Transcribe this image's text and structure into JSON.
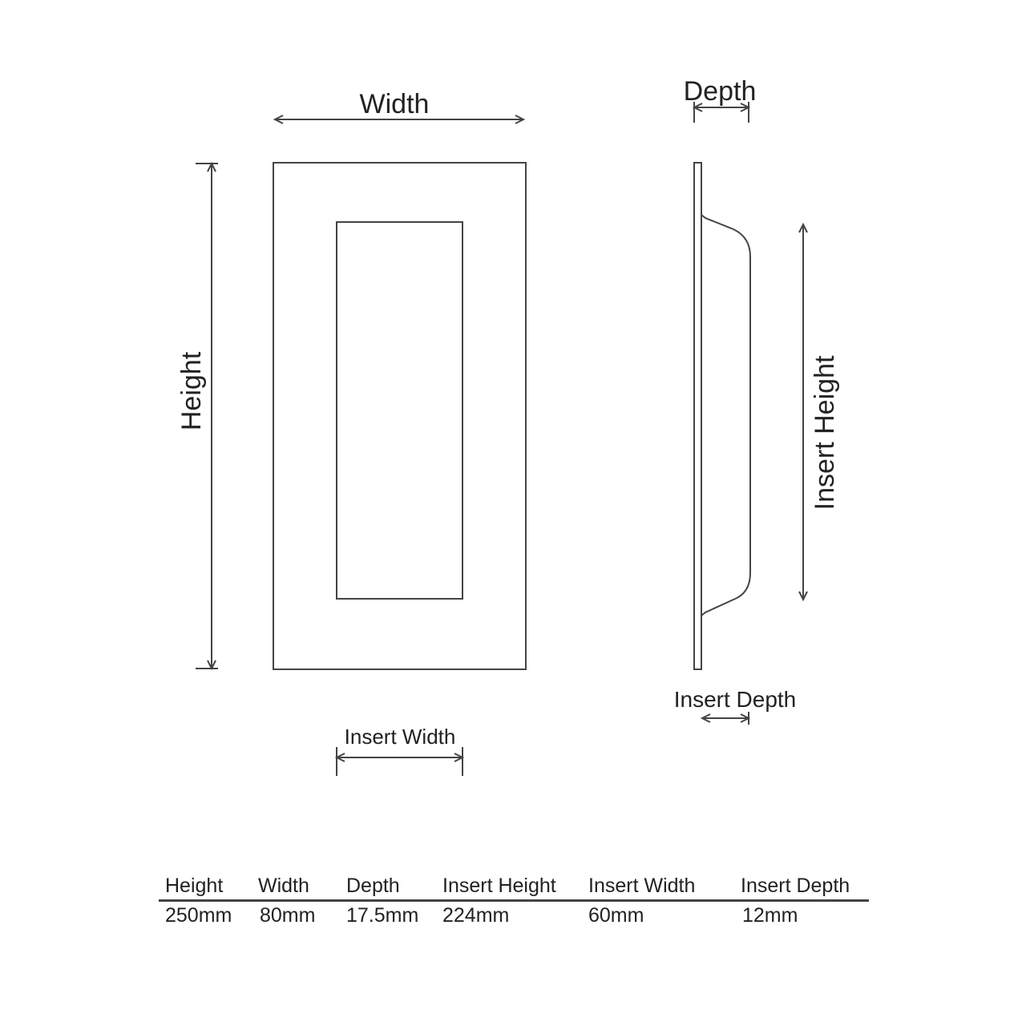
{
  "diagram": {
    "labels": {
      "width": "Width",
      "depth": "Depth",
      "height": "Height",
      "insert_height": "Insert Height",
      "insert_depth": "Insert Depth",
      "insert_width": "Insert Width"
    }
  },
  "specs": {
    "headers": [
      "Height",
      "Width",
      "Depth",
      "Insert Height",
      "Insert Width",
      "Insert Depth"
    ],
    "values": [
      "250mm",
      "80mm",
      "17.5mm",
      "224mm",
      "60mm",
      "12mm"
    ]
  },
  "colors": {
    "line": "#444444",
    "text": "#222222",
    "background": "#ffffff"
  }
}
